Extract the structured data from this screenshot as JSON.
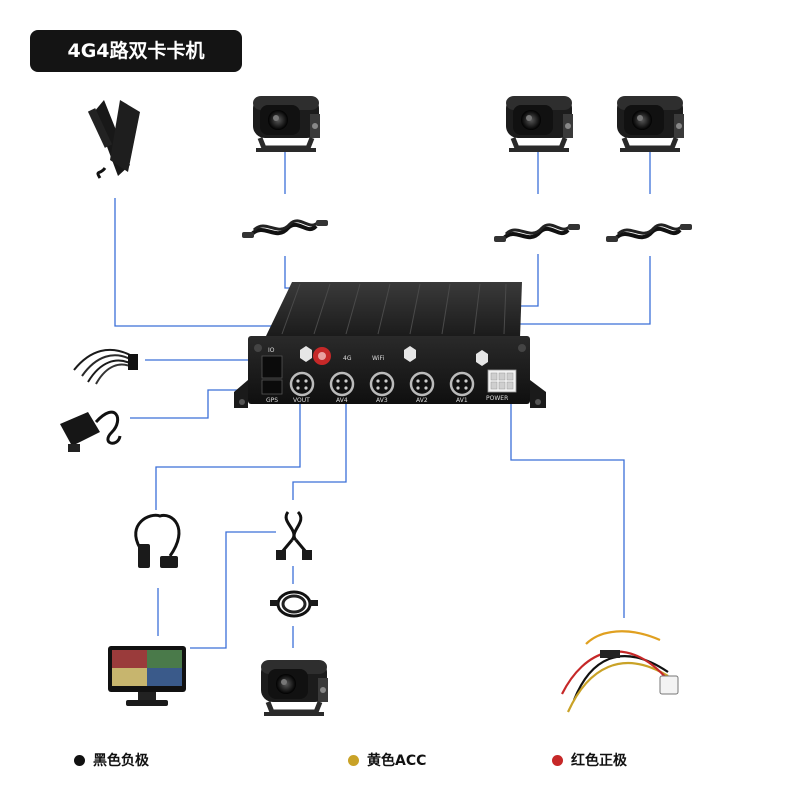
{
  "title": "4G4路双卡卡机",
  "panel_labels": {
    "io": "IO",
    "gps": "GPS",
    "four_g": "4G",
    "wifi": "WiFi",
    "vout": "VOUT",
    "av4": "AV4",
    "av3": "AV3",
    "av2": "AV2",
    "av1": "AV1",
    "power": "POWER"
  },
  "legend": [
    {
      "label": "黑色负极",
      "color": "#111111"
    },
    {
      "label": "黄色ACC",
      "color": "#c9a227"
    },
    {
      "label": "红色正极",
      "color": "#c62828"
    }
  ],
  "colors": {
    "connector_line": "#3b6fd8",
    "device_body": "#1b1b1b",
    "title_badge": "#141414"
  },
  "icons": [
    "antenna-icon",
    "camera-icon",
    "cable-icon",
    "io-wires-icon",
    "gps-module-icon",
    "vga-adapter-icon",
    "splitter-cable-icon",
    "coiled-cable-icon",
    "monitor-icon",
    "power-harness-icon"
  ]
}
